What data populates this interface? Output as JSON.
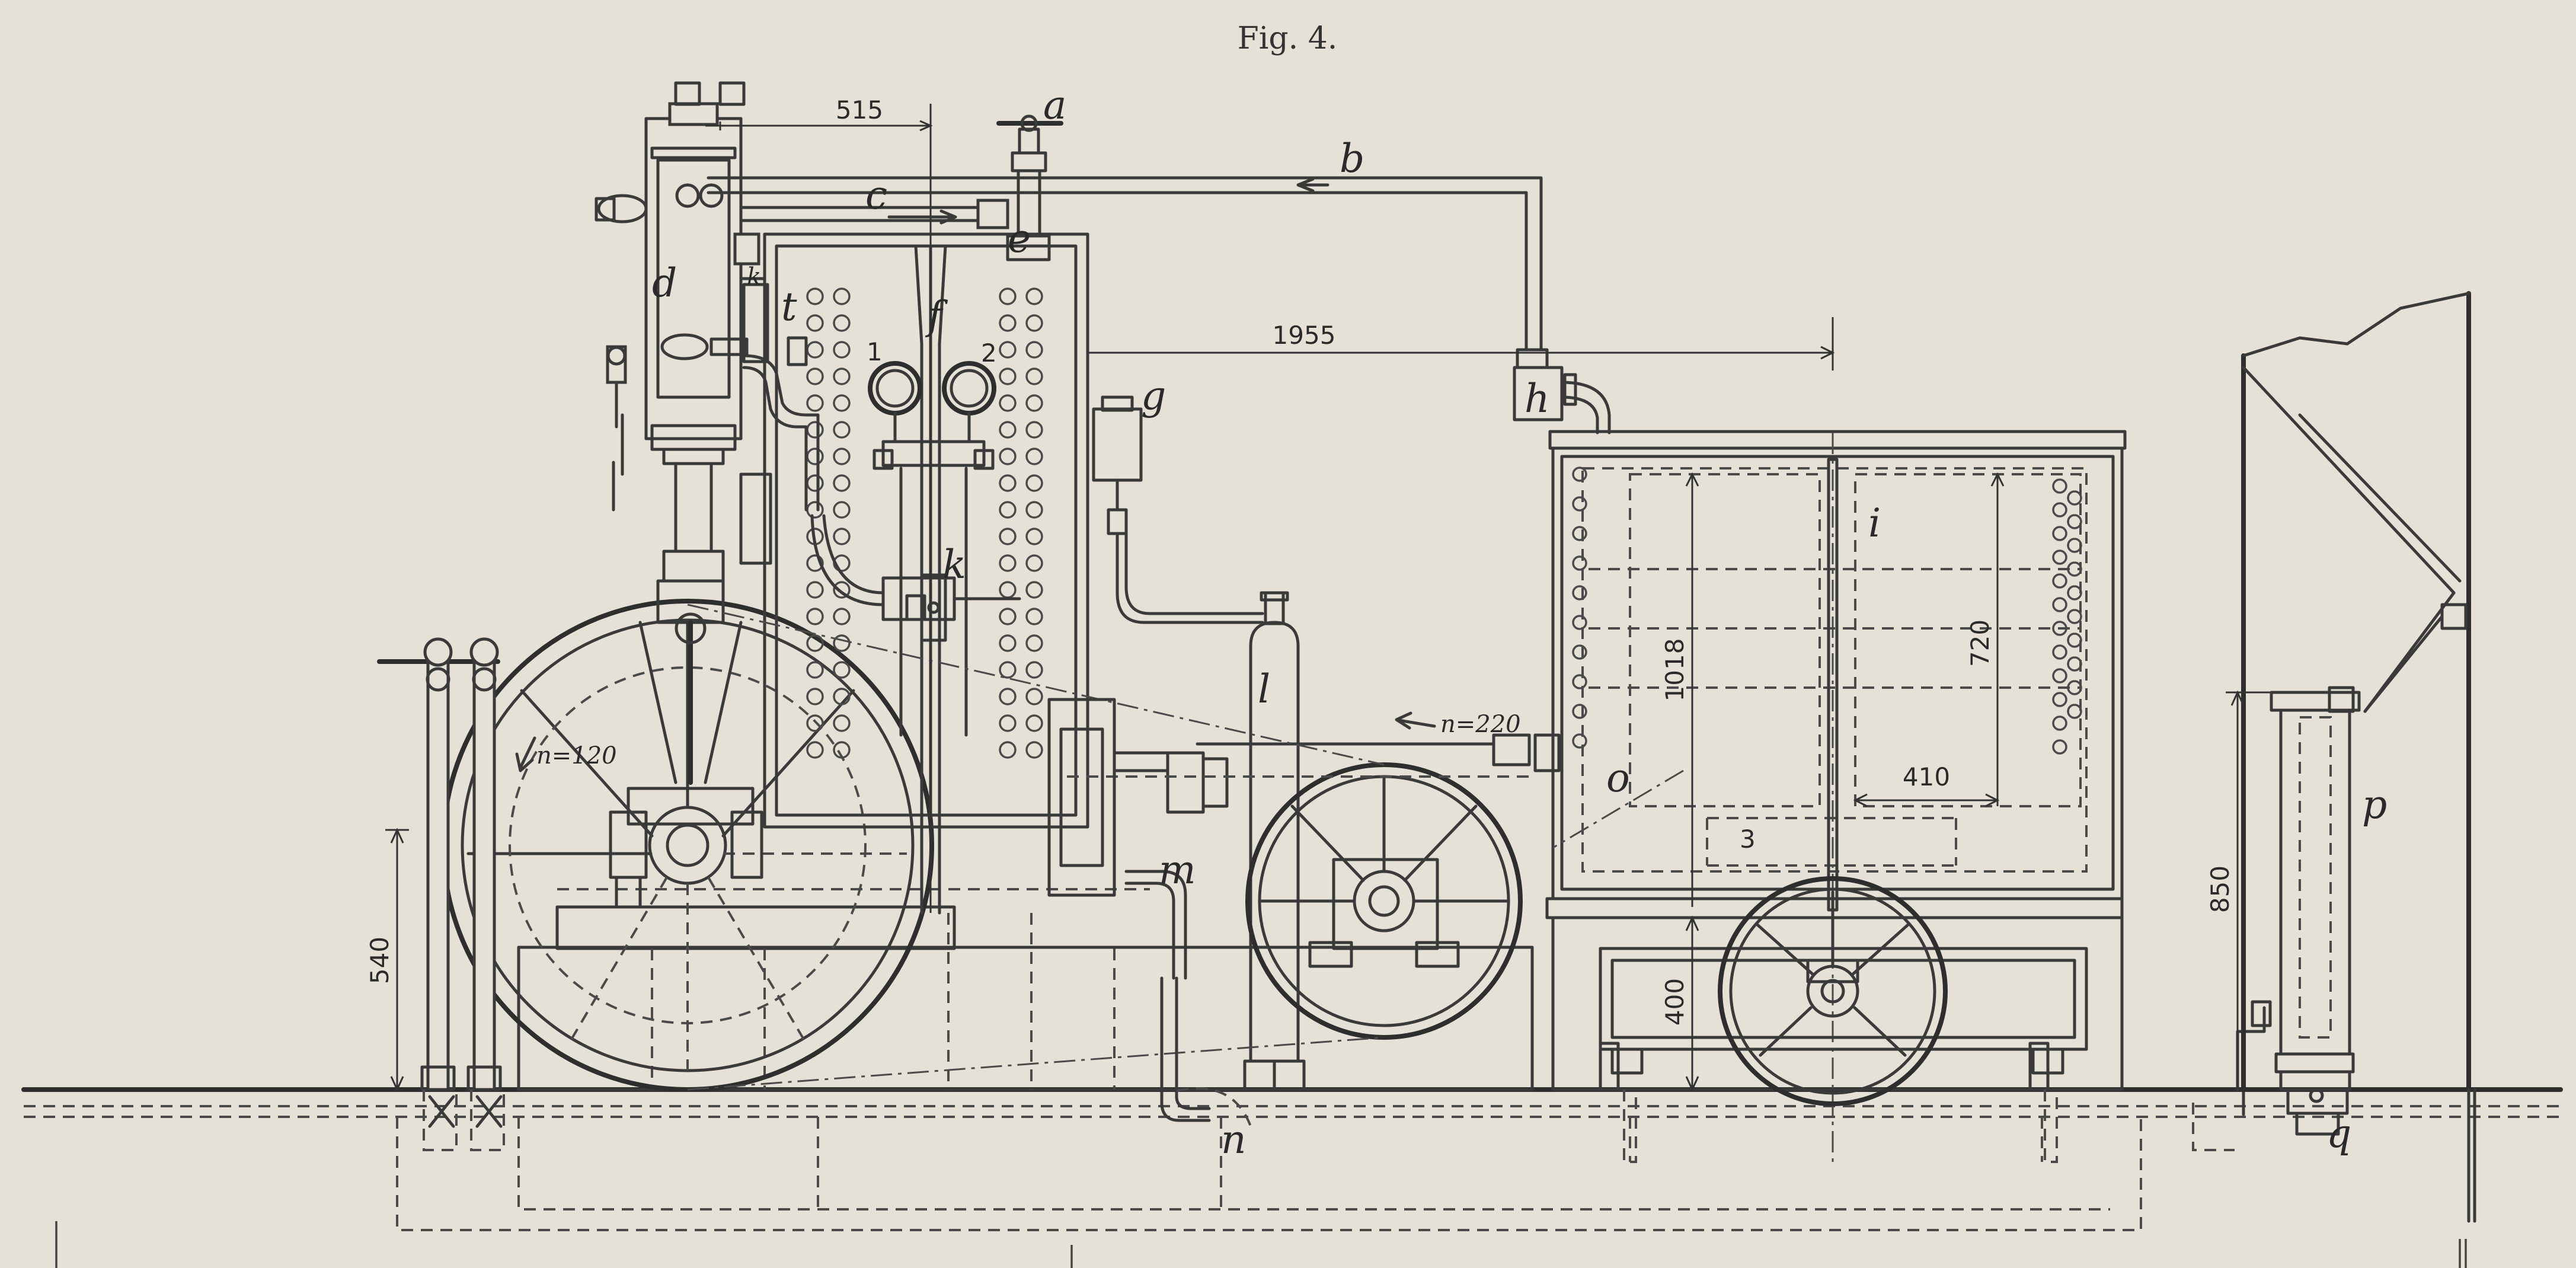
{
  "figure": {
    "caption": "Fig. 4."
  },
  "letters": {
    "a": "a",
    "b": "b",
    "c": "c",
    "d": "d",
    "e": "e",
    "f": "f",
    "g": "g",
    "h": "h",
    "i": "i",
    "k": "k",
    "l": "l",
    "m": "m",
    "n": "n",
    "o": "o",
    "p": "p",
    "q": "q",
    "t": "t",
    "k2": "k"
  },
  "gauges": {
    "left": "1",
    "right": "2"
  },
  "tank_mark": "3",
  "speeds": {
    "engine_flywheel": "n=120",
    "pump_wheel": "n=220"
  },
  "dimensions": {
    "top_offset": "515",
    "span": "1955",
    "crank_height": "540",
    "tank_height": "1018",
    "inner_height": "720",
    "inner_width": "410",
    "base_height": "400",
    "column_height": "850"
  },
  "colors": {
    "paper": "#e6e1d6",
    "ink": "#3a3a3a"
  }
}
